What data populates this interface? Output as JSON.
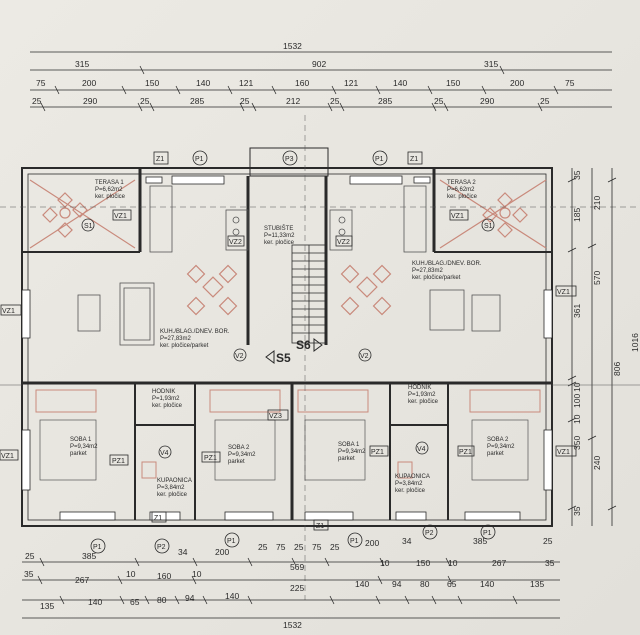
{
  "dimensions": {
    "top_row1": [
      "1532"
    ],
    "top_row2": [
      "315",
      "902",
      "315"
    ],
    "top_row3": [
      "75",
      "200",
      "150",
      "140",
      "121",
      "160",
      "121",
      "140",
      "150",
      "200",
      "75"
    ],
    "top_row4": [
      "25",
      "290",
      "25",
      "285",
      "25",
      "212",
      "25",
      "285",
      "25",
      "290",
      "25"
    ],
    "bottom_row1": [
      "25",
      "385",
      "34",
      "200",
      "25",
      "75",
      "25",
      "75",
      "25",
      "200",
      "34",
      "385",
      "25"
    ],
    "bottom_row2": [
      "35",
      "267",
      "10",
      "160",
      "10",
      "569",
      "10",
      "150",
      "10",
      "267",
      "35"
    ],
    "bottom_row3": [
      "135",
      "140",
      "65",
      "80",
      "94",
      "140",
      "225",
      "140",
      "94",
      "80",
      "65",
      "140",
      "135"
    ],
    "bottom_row4": [
      "1532"
    ],
    "right_col1": [
      "35",
      "185",
      "361",
      "10",
      "100",
      "10",
      "350",
      "35"
    ],
    "right_col2": [
      "210",
      "570",
      "240"
    ],
    "right_col3": [
      "806",
      "1016"
    ]
  },
  "rooms": {
    "terasa1": {
      "name": "TERASA 1",
      "area": "P=6,62m2",
      "floor": "ker. pločice"
    },
    "terasa2": {
      "name": "TERASA 2",
      "area": "P=6,62m2",
      "floor": "ker. pločice"
    },
    "stubiste": {
      "name": "STUBIŠTE",
      "area": "P=11,33m2",
      "floor": "ker. pločice"
    },
    "kuh_left": {
      "name": "KUH./BLAG./DNEV. BOR.",
      "area": "P=27,83m2",
      "floor": "ker. pločice/parket"
    },
    "kuh_right": {
      "name": "KUH./BLAG./DNEV. BOR.",
      "area": "P=27,83m2",
      "floor": "ker. pločice/parket"
    },
    "hodnik_left": {
      "name": "HODNIK",
      "area": "P=1,93m2",
      "floor": "ker. pločice"
    },
    "hodnik_right": {
      "name": "HODNIK",
      "area": "P=1,93m2",
      "floor": "ker. pločice"
    },
    "soba1_left": {
      "name": "SOBA 1",
      "area": "P=9,34m2",
      "floor": "parket"
    },
    "soba2_left": {
      "name": "SOBA 2",
      "area": "P=9,34m2",
      "floor": "parket"
    },
    "soba1_right": {
      "name": "SOBA 1",
      "area": "P=9,34m2",
      "floor": "parket"
    },
    "soba2_right": {
      "name": "SOBA 2",
      "area": "P=9,34m2",
      "floor": "parket"
    },
    "kupaonica_left": {
      "name": "KUPAONICA",
      "area": "P=3,84m2",
      "floor": "ker. pločice"
    },
    "kupaonica_right": {
      "name": "KUPAONICA",
      "area": "P=3,84m2",
      "floor": "ker. pločice"
    }
  },
  "labels": {
    "p1": "P1",
    "p2": "P2",
    "p3": "P3",
    "s1": "S1",
    "s5": "S5",
    "s6": "S6",
    "v2": "V2",
    "v4": "V4",
    "vz1": "VZ1",
    "vz2": "VZ2",
    "vz3": "VZ3",
    "pz1": "PZ1",
    "z1": "Z1"
  },
  "colors": {
    "line": "#2a2a2a",
    "furniture": "#c98a7c",
    "paper": "#e9e6e0",
    "wall": "#3a3a3a"
  }
}
